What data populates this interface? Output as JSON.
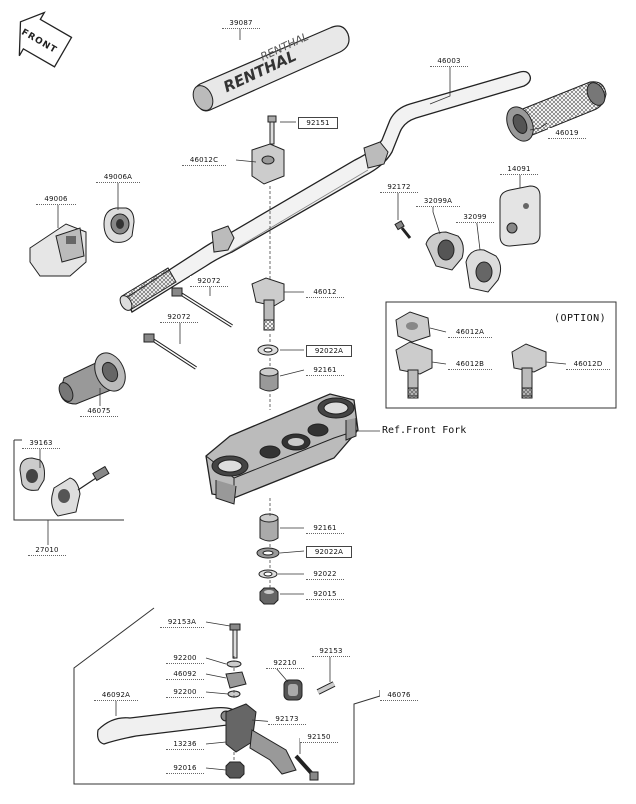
{
  "front_badge": "FRONT",
  "reference_text": "Ref.Front Fork",
  "option_title": "(OPTION)",
  "parts": {
    "p39087": "39087",
    "p46003": "46003",
    "p46019": "46019",
    "p92151": "92151",
    "p46012C": "46012C",
    "p49006A": "49006A",
    "p49006": "49006",
    "p14091": "14091",
    "p92172": "92172",
    "p32099A": "32099A",
    "p32099": "32099",
    "p92072a": "92072",
    "p92072b": "92072",
    "p46012": "46012",
    "p46012A": "46012A",
    "p46012B": "46012B",
    "p46012D": "46012D",
    "p92022A_top": "92022A",
    "p92161_top": "92161",
    "p46075": "46075",
    "p39163": "39163",
    "p27010": "27010",
    "p92161_bot": "92161",
    "p92022A_bot": "92022A",
    "p92022": "92022",
    "p92015": "92015",
    "p92153A": "92153A",
    "p92200": "92200",
    "p46092": "46092",
    "p92200b": "92200",
    "p92210": "92210",
    "p92153": "92153",
    "p46092A": "46092A",
    "p46076": "46076",
    "p92173": "92173",
    "p13236": "13236",
    "p92150": "92150",
    "p92016": "92016"
  },
  "colors": {
    "line": "#333333",
    "part_fill": "#d8d8d8",
    "part_dark": "#555555",
    "label_box": "#444444"
  }
}
